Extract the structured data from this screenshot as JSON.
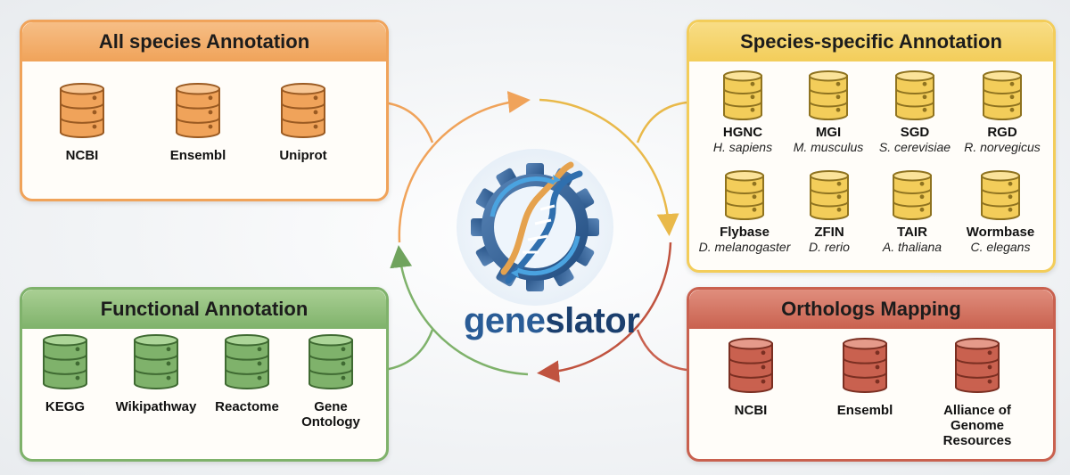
{
  "panels": {
    "all_species": {
      "title": "All species Annotation",
      "items": [
        {
          "label": "NCBI"
        },
        {
          "label": "Ensembl"
        },
        {
          "label": "Uniprot"
        }
      ]
    },
    "species_specific": {
      "title": "Species-specific Annotation",
      "items": [
        {
          "label": "HGNC",
          "species": "H. sapiens"
        },
        {
          "label": "MGI",
          "species": "M. musculus"
        },
        {
          "label": "SGD",
          "species": "S. cerevisiae"
        },
        {
          "label": "RGD",
          "species": "R. norvegicus"
        },
        {
          "label": "Flybase",
          "species": "D. melanogaster"
        },
        {
          "label": "ZFIN",
          "species": "D. rerio"
        },
        {
          "label": "TAIR",
          "species": "A. thaliana"
        },
        {
          "label": "Wormbase",
          "species": "C. elegans"
        }
      ]
    },
    "functional": {
      "title": "Functional Annotation",
      "items": [
        {
          "label": "KEGG"
        },
        {
          "label": "Wikipathway"
        },
        {
          "label": "Reactome"
        },
        {
          "label": "Gene",
          "label2": "Ontology"
        }
      ]
    },
    "orthologs": {
      "title": "Orthologs Mapping",
      "items": [
        {
          "label": "NCBI"
        },
        {
          "label": "Ensembl"
        },
        {
          "label": "Alliance of",
          "label2": "Genome",
          "label3": "Resources"
        }
      ]
    }
  },
  "center": {
    "brand_part1": "gene",
    "brand_part2": "slator",
    "logo_icon": "gear-dna-icon"
  },
  "colors": {
    "orange": "#f0a35a",
    "yellow": "#f3cd5a",
    "green": "#7fb26b",
    "red": "#c9614f",
    "blue": "#2a5c96"
  }
}
